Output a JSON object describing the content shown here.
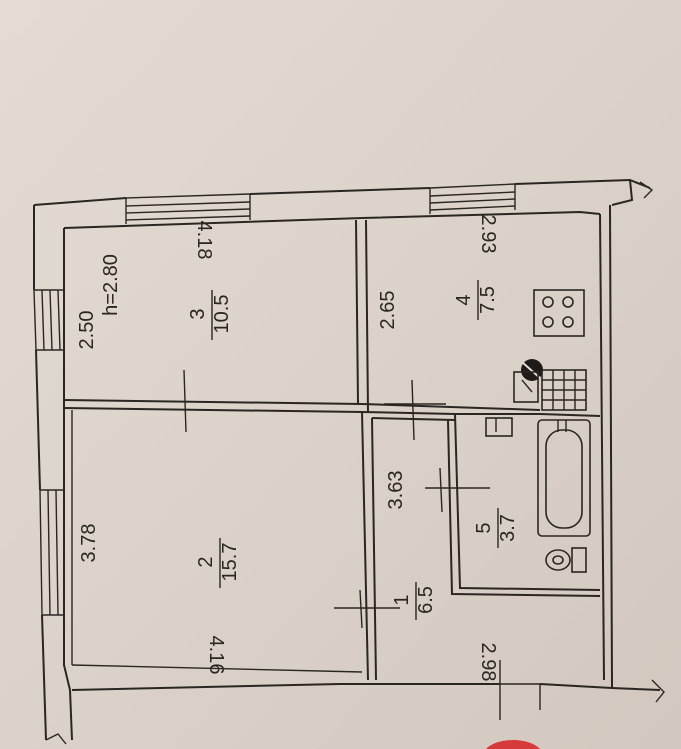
{
  "plan": {
    "ceiling_height": "h=2.80",
    "rooms": [
      {
        "number": "1",
        "area": "6.5"
      },
      {
        "number": "2",
        "area": "15.7"
      },
      {
        "number": "3",
        "area": "10.5"
      },
      {
        "number": "4",
        "area": "7.5"
      },
      {
        "number": "5",
        "area": "3.7"
      }
    ],
    "dimensions": {
      "room3_width": "2.50",
      "room3_length": "4.18",
      "room2_width": "3.78",
      "room2_length": "4.16",
      "kitchen_width": "2.65",
      "kitchen_length": "2.93",
      "hall_width": "3.63",
      "hall_length": "2.98"
    }
  }
}
